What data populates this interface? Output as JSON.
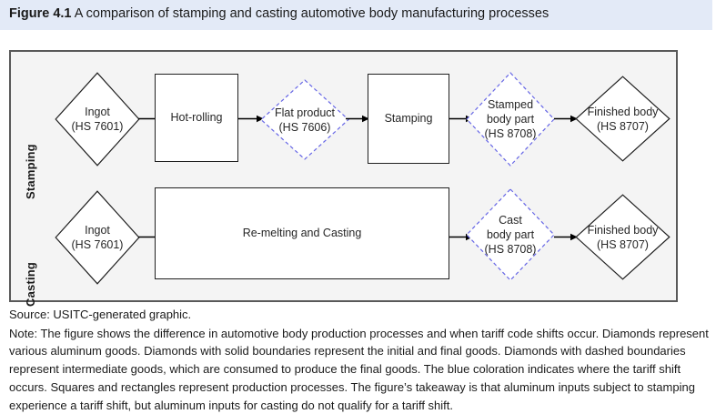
{
  "title": {
    "figure_number": "Figure 4.1",
    "caption": " A comparison of stamping and casting automotive body manufacturing processes"
  },
  "colors": {
    "title_bar_bg": "#e3eaf7",
    "figure_bg": "#f4f4f4",
    "figure_border": "#595959",
    "solid_shape_border": "#202020",
    "dashed_shape_border": "#6666e6",
    "text": "#262626"
  },
  "figure": {
    "rows": [
      {
        "label": "Stamping",
        "nodes": [
          {
            "name": "ingot",
            "shape": "diamond",
            "style": "solid",
            "lines": [
              "Ingot",
              "(HS 7601)"
            ]
          },
          {
            "name": "hot-rolling",
            "shape": "rect",
            "style": "solid",
            "lines": [
              "Hot-rolling"
            ]
          },
          {
            "name": "flat-product",
            "shape": "diamond",
            "style": "dashed",
            "lines": [
              "Flat product",
              "(HS 7606)"
            ]
          },
          {
            "name": "stamping-process",
            "shape": "rect",
            "style": "solid",
            "lines": [
              "Stamping"
            ]
          },
          {
            "name": "stamped-body-part",
            "shape": "diamond",
            "style": "dashed",
            "lines": [
              "Stamped",
              "body part",
              "(HS 8708)"
            ]
          },
          {
            "name": "finished-body",
            "shape": "diamond",
            "style": "solid",
            "lines": [
              "Finished body",
              "(HS 8707)"
            ]
          }
        ]
      },
      {
        "label": "Casting",
        "nodes": [
          {
            "name": "ingot",
            "shape": "diamond",
            "style": "solid",
            "lines": [
              "Ingot",
              "(HS 7601)"
            ]
          },
          {
            "name": "re-melting-and-casting",
            "shape": "rect",
            "style": "solid",
            "lines": [
              "Re-melting and Casting"
            ]
          },
          {
            "name": "cast-body-part",
            "shape": "diamond",
            "style": "dashed",
            "lines": [
              "Cast",
              "body part",
              "(HS 8708)"
            ]
          },
          {
            "name": "finished-body",
            "shape": "diamond",
            "style": "solid",
            "lines": [
              "Finished body",
              "(HS 8707)"
            ]
          }
        ]
      }
    ]
  },
  "footnotes": {
    "source": "Source: USITC-generated graphic.",
    "note": "Note: The figure shows the difference in automotive body production processes and when tariff code shifts occur. Diamonds represent various aluminum goods. Diamonds with solid boundaries represent the initial and final goods. Diamonds with dashed boundaries represent intermediate goods, which are consumed to produce the final goods. The blue coloration indicates where the tariff shift occurs. Squares and rectangles represent production processes. The figure’s takeaway is that aluminum inputs subject to stamping experience a tariff shift, but aluminum inputs for casting do not qualify for a tariff shift."
  }
}
